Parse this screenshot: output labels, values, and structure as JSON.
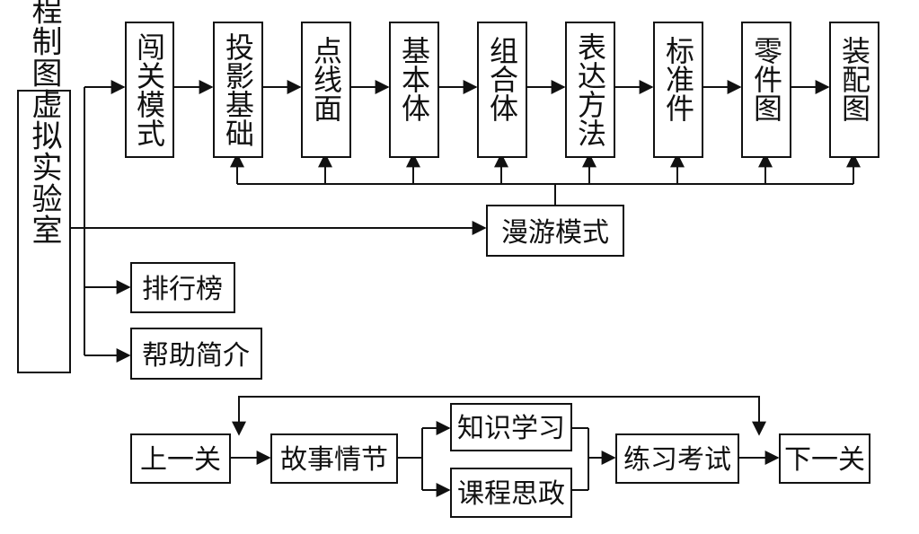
{
  "root": {
    "label": "工程制图虚拟实验室"
  },
  "modes": {
    "level_mode": "闯关模式",
    "roam_mode": "漫游模式",
    "ranking": "排行榜",
    "help": "帮助简介"
  },
  "levels": [
    "投影基础",
    "点线面",
    "基本体",
    "组合体",
    "表达方法",
    "标准件",
    "零件图",
    "装配图"
  ],
  "flow": {
    "prev": "上一关",
    "story": "故事情节",
    "knowledge": "知识学习",
    "ideology": "课程思政",
    "exam": "练习考试",
    "next": "下一关"
  },
  "colors": {
    "line": "#111111",
    "box_fill": "#ffffff"
  }
}
